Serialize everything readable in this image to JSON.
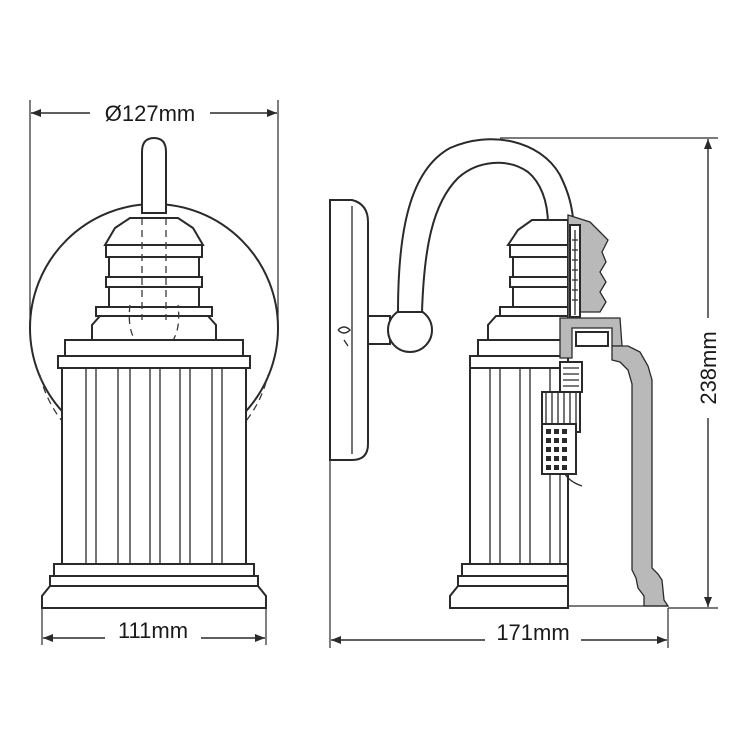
{
  "dimensions": {
    "diameter": "Ø127mm",
    "front_width": "111mm",
    "depth": "171mm",
    "height": "238mm"
  },
  "colors": {
    "line": "#2a2a2a",
    "hatch": "#b9b9b9",
    "background": "#ffffff"
  }
}
